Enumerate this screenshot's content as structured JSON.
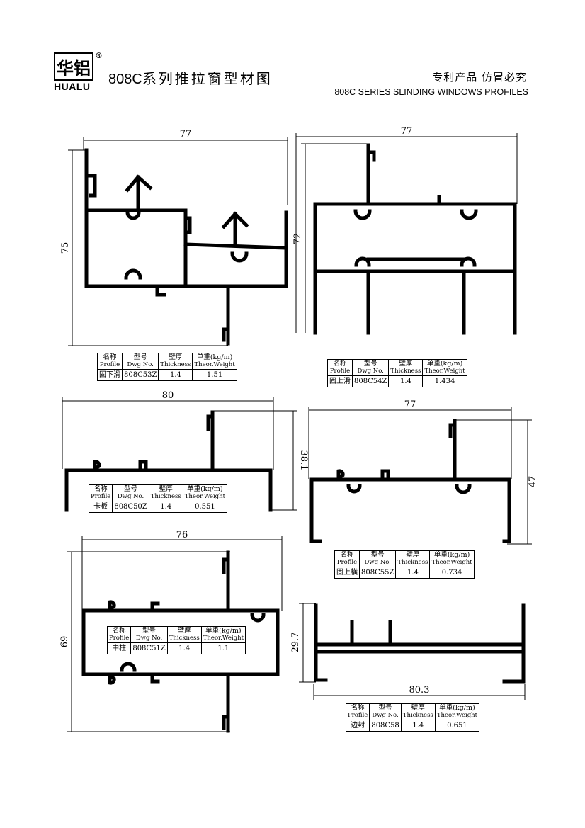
{
  "header": {
    "logo_cn": "华铝",
    "logo_en": "HUALU",
    "registered_mark": "®",
    "title_cn_num": "808C",
    "title_cn": "系列推拉窗型材图",
    "patent_text": "专利产品  仿冒必究",
    "title_en": "808C SERIES SLINDING WINDOWS PROFILES"
  },
  "table_headers": {
    "name_cn": "名称",
    "name_en": "Profile",
    "dwg_cn": "型号",
    "dwg_en": "Dwg No.",
    "thick_cn": "壁厚",
    "thick_en": "Thickness",
    "weight_cn": "单重(kg/m)",
    "weight_en": "Theor.Weight"
  },
  "profiles": [
    {
      "name": "固下滑",
      "dwg": "808C53Z",
      "thickness": "1.4",
      "weight": "1.51",
      "width_dim": "77",
      "height_dim": "75"
    },
    {
      "name": "固上滑",
      "dwg": "808C54Z",
      "thickness": "1.4",
      "weight": "1.434",
      "width_dim": "77",
      "height_dim": "72"
    },
    {
      "name": "卡板",
      "dwg": "808C50Z",
      "thickness": "1.4",
      "weight": "0.551",
      "width_dim": "80",
      "height_dim": "38.1"
    },
    {
      "name": "固上横",
      "dwg": "808C55Z",
      "thickness": "1.4",
      "weight": "0.734",
      "width_dim": "77",
      "height_dim": "47"
    },
    {
      "name": "中柱",
      "dwg": "808C51Z",
      "thickness": "1.4",
      "weight": "1.1",
      "width_dim": "76",
      "height_dim": "69"
    },
    {
      "name": "边封",
      "dwg": "808C58",
      "thickness": "1.4",
      "weight": "0.651",
      "width_dim": "80.3",
      "height_dim": "29.7"
    }
  ]
}
